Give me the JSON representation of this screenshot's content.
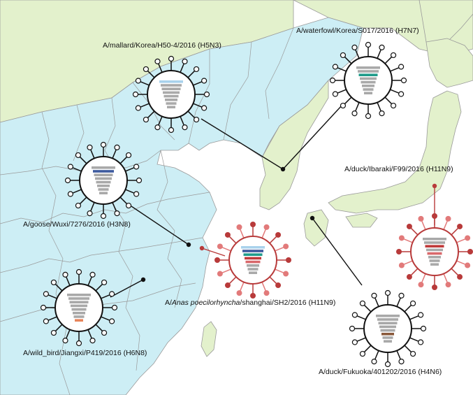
{
  "strains": [
    {
      "id": "mallard",
      "label": "A/mallard/Korea/H50-4/2016 (H5N3)",
      "style": "black",
      "segments": [
        "#a9d2ec",
        "#a9a9a9",
        "#a9a9a9",
        "#a9a9a9",
        "#a9a9a9",
        "#a9a9a9",
        "#a9a9a9",
        "#a9a9a9"
      ]
    },
    {
      "id": "waterfowl",
      "label": "A/waterfowl/Korea/S017/2016 (H7N7)",
      "style": "black",
      "segments": [
        "#a9a9a9",
        "#a9a9a9",
        "#1f9b8a",
        "#a9a9a9",
        "#a9a9a9",
        "#a9a9a9",
        "#a9a9a9",
        "#a9a9a9"
      ]
    },
    {
      "id": "goose",
      "label": "A/goose/Wuxi/7276/2016 (H3N8)",
      "style": "black",
      "segments": [
        "#a9a9a9",
        "#3d5a9e",
        "#a9a9a9",
        "#a9a9a9",
        "#a9a9a9",
        "#a9a9a9",
        "#a9a9a9",
        "#a9a9a9"
      ]
    },
    {
      "id": "wildbird",
      "label": "A/wild_bird/Jiangxi/P419/2016 (H6N8)",
      "style": "black",
      "segments": [
        "#a9a9a9",
        "#a9a9a9",
        "#a9a9a9",
        "#a9a9a9",
        "#a9a9a9",
        "#a9a9a9",
        "#a9a9a9",
        "#e8845a"
      ]
    },
    {
      "id": "shanghai",
      "label_prefix": "A/",
      "label_species": "Anas poecilorhyncha",
      "label_suffix": "/shanghai/SH2/2016 (H11N9)",
      "style": "red",
      "segments": [
        "#a9d2ec",
        "#3d5a9e",
        "#1f9b8a",
        "#c03a3a",
        "#d9686b",
        "#a9a9a9",
        "#a9a9a9",
        "#a9a9a9"
      ]
    },
    {
      "id": "ibaraki",
      "label": "A/duck/Ibaraki/F99/2016 (H11N9)",
      "style": "red",
      "segments": [
        "#a9a9a9",
        "#a9a9a9",
        "#c03a3a",
        "#a9a9a9",
        "#d9686b",
        "#a9a9a9",
        "#a9a9a9",
        "#a9a9a9"
      ]
    },
    {
      "id": "fukuoka",
      "label": "A/duck/Fukuoka/401202/2016 (H4N6)",
      "style": "black",
      "segments": [
        "#a9a9a9",
        "#a9a9a9",
        "#a9a9a9",
        "#a9a9a9",
        "#a9a9a9",
        "#8a5a3c",
        "#a9a9a9",
        "#a9a9a9"
      ]
    }
  ],
  "colors": {
    "sea": "#ffffff",
    "china": "#cdeef5",
    "land": "#e3f1cc",
    "border": "#9a9a9a",
    "virus_black": "#111111",
    "virus_red": "#b83a3a",
    "virus_red_light": "#e27a7a"
  }
}
